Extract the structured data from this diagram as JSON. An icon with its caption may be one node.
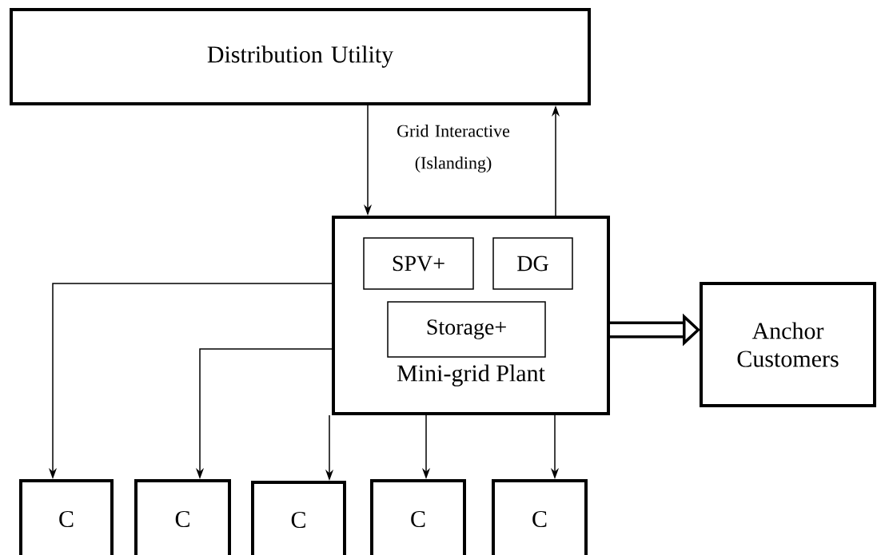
{
  "diagram": {
    "nodes": [
      {
        "text": [
          "Distribution Utility"
        ]
      },
      {
        "text": [
          "Mini-grid Plant"
        ]
      },
      {
        "text": [
          "SPV+"
        ],
        "in": 1
      },
      {
        "text": [
          "DG"
        ],
        "in": 1
      },
      {
        "text": [
          "Storage+"
        ],
        "in": 1
      },
      {
        "text": [
          "Anchor Customers"
        ]
      },
      {
        "text": [
          "C"
        ]
      },
      {
        "text": [
          "C"
        ]
      },
      {
        "text": [
          "C"
        ]
      },
      {
        "text": [
          "C"
        ]
      },
      {
        "text": [
          "C"
        ]
      }
    ],
    "edges": [
      {
        "from": 0,
        "to": 1,
        "arrow": "to"
      },
      {
        "from": 1,
        "to": 0,
        "arrow": "to"
      },
      {
        "from": 1,
        "to": 5,
        "arrow": "to",
        "style": "thick"
      },
      {
        "from": 1,
        "to": 6,
        "arrow": "to"
      },
      {
        "from": 1,
        "to": 7,
        "arrow": "to"
      },
      {
        "from": 1,
        "to": 8,
        "arrow": "to"
      },
      {
        "from": 1,
        "to": 9,
        "arrow": "to"
      },
      {
        "from": 1,
        "to": 10,
        "arrow": "to"
      }
    ],
    "labels": [
      "Grid Interactive (Islanding)"
    ]
  }
}
